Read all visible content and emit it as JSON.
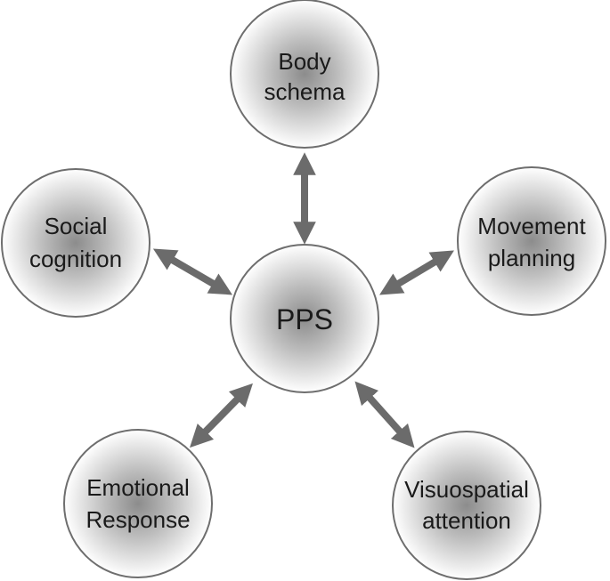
{
  "diagram": {
    "center": {
      "label": "PPS"
    },
    "nodes": [
      {
        "id": "body-schema",
        "lines": [
          "Body",
          "schema"
        ]
      },
      {
        "id": "movement-planning",
        "lines": [
          "Movement",
          "planning"
        ]
      },
      {
        "id": "visuospatial-attention",
        "lines": [
          "Visuospatial",
          "attention"
        ]
      },
      {
        "id": "emotional-response",
        "lines": [
          "Emotional",
          "Response"
        ]
      },
      {
        "id": "social-cognition",
        "lines": [
          "Social",
          "cognition"
        ]
      }
    ],
    "colors": {
      "circle_stroke": "#6e6e6e",
      "gradient_center": "#8c8c8c",
      "gradient_edge": "#ffffff",
      "arrow": "#6b6b6b",
      "text": "#1a1a1a"
    }
  }
}
